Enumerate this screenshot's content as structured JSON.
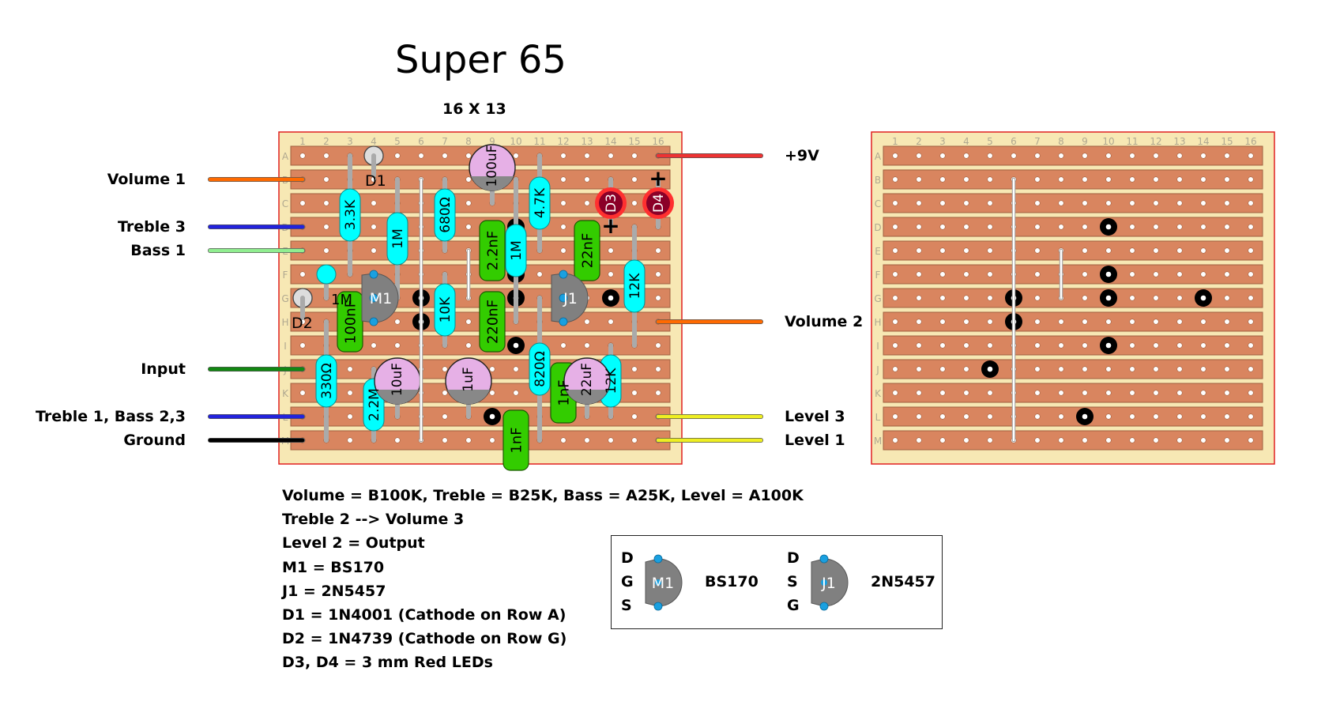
{
  "title": "Super 65",
  "subtitle": "16 X 13",
  "board": {
    "columns": [
      "1",
      "2",
      "3",
      "4",
      "5",
      "6",
      "7",
      "8",
      "9",
      "10",
      "11",
      "12",
      "13",
      "14",
      "15",
      "16"
    ],
    "rows": [
      "A",
      "B",
      "C",
      "D",
      "E",
      "F",
      "G",
      "H",
      "I",
      "J",
      "K",
      "L",
      "M"
    ]
  },
  "colors": {
    "strip": "#d9855f",
    "board_bg": "#f7e8b4",
    "board_border": "#e02020",
    "resistor": "#00ffff",
    "film_cap": "#33cc00",
    "electrolytic": "#e6b0e6",
    "led": "#8b0028",
    "transistor": "#808080",
    "pin": "#1aa0e0"
  },
  "wires": [
    {
      "label": "Volume 1",
      "side": "left",
      "row": "B",
      "color": "#ff6a00"
    },
    {
      "label": "Treble 3",
      "side": "left",
      "row": "D",
      "color": "#2222dd"
    },
    {
      "label": "Bass 1",
      "side": "left",
      "row": "E",
      "color": "#90ee90"
    },
    {
      "label": "Input",
      "side": "left",
      "row": "J",
      "color": "#118811"
    },
    {
      "label": "Treble 1, Bass 2,3",
      "side": "left",
      "row": "L",
      "color": "#2222dd"
    },
    {
      "label": "Ground",
      "side": "left",
      "row": "M",
      "color": "#000000"
    },
    {
      "label": "+9V",
      "side": "right",
      "row": "A",
      "color": "#ee3333"
    },
    {
      "label": "Volume 2",
      "side": "right",
      "row": "H",
      "color": "#ff6a00"
    },
    {
      "label": "Level 3",
      "side": "right",
      "row": "L",
      "color": "#eeee22"
    },
    {
      "label": "Level 1",
      "side": "right",
      "row": "M",
      "color": "#eeee22"
    }
  ],
  "resistors": [
    {
      "label": "3.3K",
      "col": 3,
      "from": "A",
      "to": "F"
    },
    {
      "label": "1M",
      "col": 5,
      "from": "B",
      "to": "G"
    },
    {
      "label": "680Ω",
      "col": 7,
      "from": "B",
      "to": "E"
    },
    {
      "label": "1M",
      "col": 10,
      "from": "B",
      "to": "H"
    },
    {
      "label": "4.7K",
      "col": 11,
      "from": "A",
      "to": "E"
    },
    {
      "label": "12K",
      "col": 15,
      "from": "D",
      "to": "I"
    },
    {
      "label": "10K",
      "col": 7,
      "from": "F",
      "to": "I"
    },
    {
      "label": "330Ω",
      "col": 2,
      "from": "H",
      "to": "M"
    },
    {
      "label": "2.2M",
      "col": 4,
      "from": "J",
      "to": "M"
    },
    {
      "label": "820Ω",
      "col": 11,
      "from": "G",
      "to": "M"
    },
    {
      "label": "12K",
      "col": 14,
      "from": "I",
      "to": "L"
    }
  ],
  "small_resistor": {
    "label": "1M",
    "col": 2,
    "from": "F",
    "to": "G"
  },
  "film_caps": [
    {
      "label": "2.2nF",
      "col": 9,
      "from": "D",
      "to": "F"
    },
    {
      "label": "22nF",
      "col": 13,
      "from": "D",
      "to": "F"
    },
    {
      "label": "220nF",
      "col": 9,
      "from": "G",
      "to": "I"
    },
    {
      "label": "100nF",
      "col": 3,
      "from": "G",
      "to": "I"
    },
    {
      "label": "1nF",
      "col": 12,
      "from": "J",
      "to": "L"
    },
    {
      "label": "1nF",
      "col": 10,
      "from": "L",
      "to": "N"
    }
  ],
  "electrolytics": [
    {
      "label": "100uF",
      "col": 9,
      "row": "A"
    },
    {
      "label": "10uF",
      "col": 5,
      "row": "J"
    },
    {
      "label": "1uF",
      "col": 8,
      "row": "J"
    },
    {
      "label": "22uF",
      "col": 13,
      "row": "J"
    }
  ],
  "diodes": [
    {
      "label": "D1",
      "col": 4,
      "row": "A"
    },
    {
      "label": "D2",
      "col": 1,
      "row": "G"
    }
  ],
  "leds": [
    {
      "label": "D3",
      "col": 14,
      "row": "C",
      "plus_row": "D"
    },
    {
      "label": "D4",
      "col": 16,
      "row": "C",
      "plus_row": "B"
    }
  ],
  "plus_sign": "+",
  "transistors": [
    {
      "label": "M1",
      "col": 4,
      "row": "G"
    },
    {
      "label": "J1",
      "col": 12,
      "row": "G"
    }
  ],
  "cuts_front": [
    {
      "col": 6,
      "row": "G"
    },
    {
      "col": 6,
      "row": "H"
    },
    {
      "col": 10,
      "row": "D"
    },
    {
      "col": 10,
      "row": "F"
    },
    {
      "col": 10,
      "row": "G"
    },
    {
      "col": 10,
      "row": "I"
    },
    {
      "col": 14,
      "row": "G"
    },
    {
      "col": 9,
      "row": "L"
    }
  ],
  "cuts_back": [
    {
      "col": 10,
      "row": "D"
    },
    {
      "col": 10,
      "row": "F"
    },
    {
      "col": 10,
      "row": "G"
    },
    {
      "col": 10,
      "row": "I"
    },
    {
      "col": 6,
      "row": "G"
    },
    {
      "col": 6,
      "row": "H"
    },
    {
      "col": 14,
      "row": "G"
    },
    {
      "col": 5,
      "row": "J"
    },
    {
      "col": 9,
      "row": "L"
    }
  ],
  "links_front": [
    {
      "col": 6,
      "from": "B",
      "to": "M"
    },
    {
      "col": 8,
      "from": "E",
      "to": "G"
    }
  ],
  "links_back": [
    {
      "col": 6,
      "from": "B",
      "to": "M"
    },
    {
      "col": 8,
      "from": "E",
      "to": "G"
    }
  ],
  "notes": [
    "Volume = B100K, Treble = B25K, Bass = A25K, Level = A100K",
    "Treble 2 --> Volume 3",
    "Level 2 = Output",
    "M1 = BS170",
    "J1 = 2N5457",
    "D1 = 1N4001 (Cathode on Row A)",
    "D2 = 1N4739 (Cathode on Row G)",
    "D3, D4 = 3 mm Red LEDs"
  ],
  "pinout": {
    "m1": {
      "label": "M1",
      "part": "BS170",
      "pins": [
        "D",
        "G",
        "S"
      ]
    },
    "j1": {
      "label": "J1",
      "part": "2N5457",
      "pins": [
        "D",
        "S",
        "G"
      ]
    }
  }
}
